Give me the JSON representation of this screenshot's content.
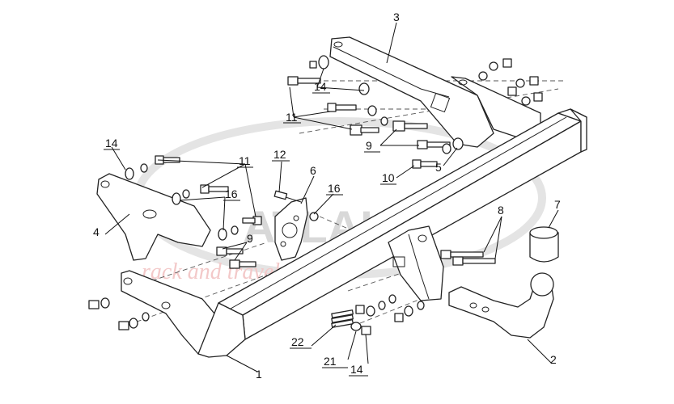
{
  "diagram": {
    "watermark": {
      "brand": "ATLAKA",
      "tagline": "rack and travel"
    },
    "callouts": [
      {
        "id": "c1",
        "text": "1"
      },
      {
        "id": "c2",
        "text": "2"
      },
      {
        "id": "c3",
        "text": "3"
      },
      {
        "id": "c4",
        "text": "4"
      },
      {
        "id": "c5",
        "text": "5"
      },
      {
        "id": "c6",
        "text": "6"
      },
      {
        "id": "c7",
        "text": "7"
      },
      {
        "id": "c8",
        "text": "8"
      },
      {
        "id": "c9a",
        "text": "9"
      },
      {
        "id": "c9b",
        "text": "9"
      },
      {
        "id": "c10",
        "text": "10"
      },
      {
        "id": "c11a",
        "text": "11"
      },
      {
        "id": "c11b",
        "text": "11"
      },
      {
        "id": "c12",
        "text": "12"
      },
      {
        "id": "c14a",
        "text": "14"
      },
      {
        "id": "c14b",
        "text": "14"
      },
      {
        "id": "c14c",
        "text": "14"
      },
      {
        "id": "c16a",
        "text": "16"
      },
      {
        "id": "c16b",
        "text": "16"
      },
      {
        "id": "c21",
        "text": "21"
      },
      {
        "id": "c22",
        "text": "22"
      }
    ]
  }
}
